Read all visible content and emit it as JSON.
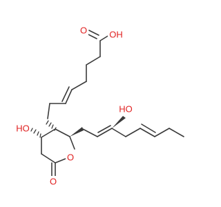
{
  "molecule": {
    "colors": {
      "bond": "#3a3a3a",
      "oxygen": "#e02020",
      "background": "#ffffff"
    },
    "atom_labels": {
      "acid_oxygen": "O",
      "acid_hydroxyl": "OH",
      "ring_hydroxyl": "HO",
      "ring_oxygen": "O",
      "lactone_oxygen": "O",
      "chain_hydroxyl": "HO"
    }
  }
}
